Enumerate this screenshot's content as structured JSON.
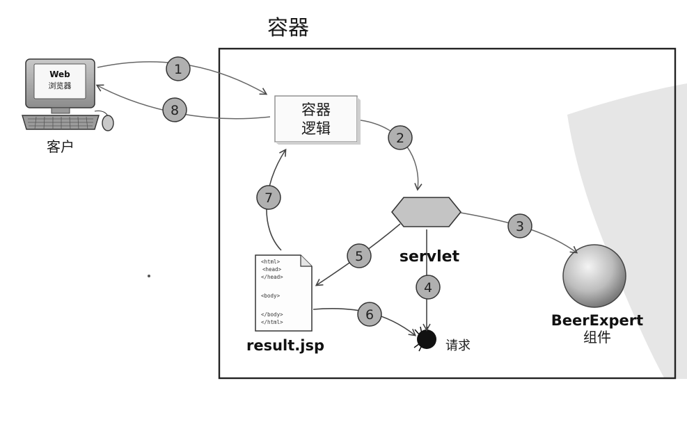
{
  "container": {
    "title": "容器"
  },
  "client": {
    "screen_text_line1": "Web",
    "screen_text_line2": "浏览器",
    "label": "客户"
  },
  "container_logic": {
    "line1": "容器",
    "line2": "逻辑"
  },
  "servlet": {
    "label": "servlet"
  },
  "beer_expert": {
    "line1": "BeerExpert",
    "line2": "组件"
  },
  "jsp": {
    "label": "result.jsp",
    "code_lines": [
      "<html>",
      "<head>",
      "</head>",
      "",
      "<body>",
      "",
      "</body>",
      "</html>"
    ]
  },
  "request": {
    "label": "请求"
  },
  "steps": [
    "1",
    "2",
    "3",
    "4",
    "5",
    "6",
    "7",
    "8"
  ]
}
